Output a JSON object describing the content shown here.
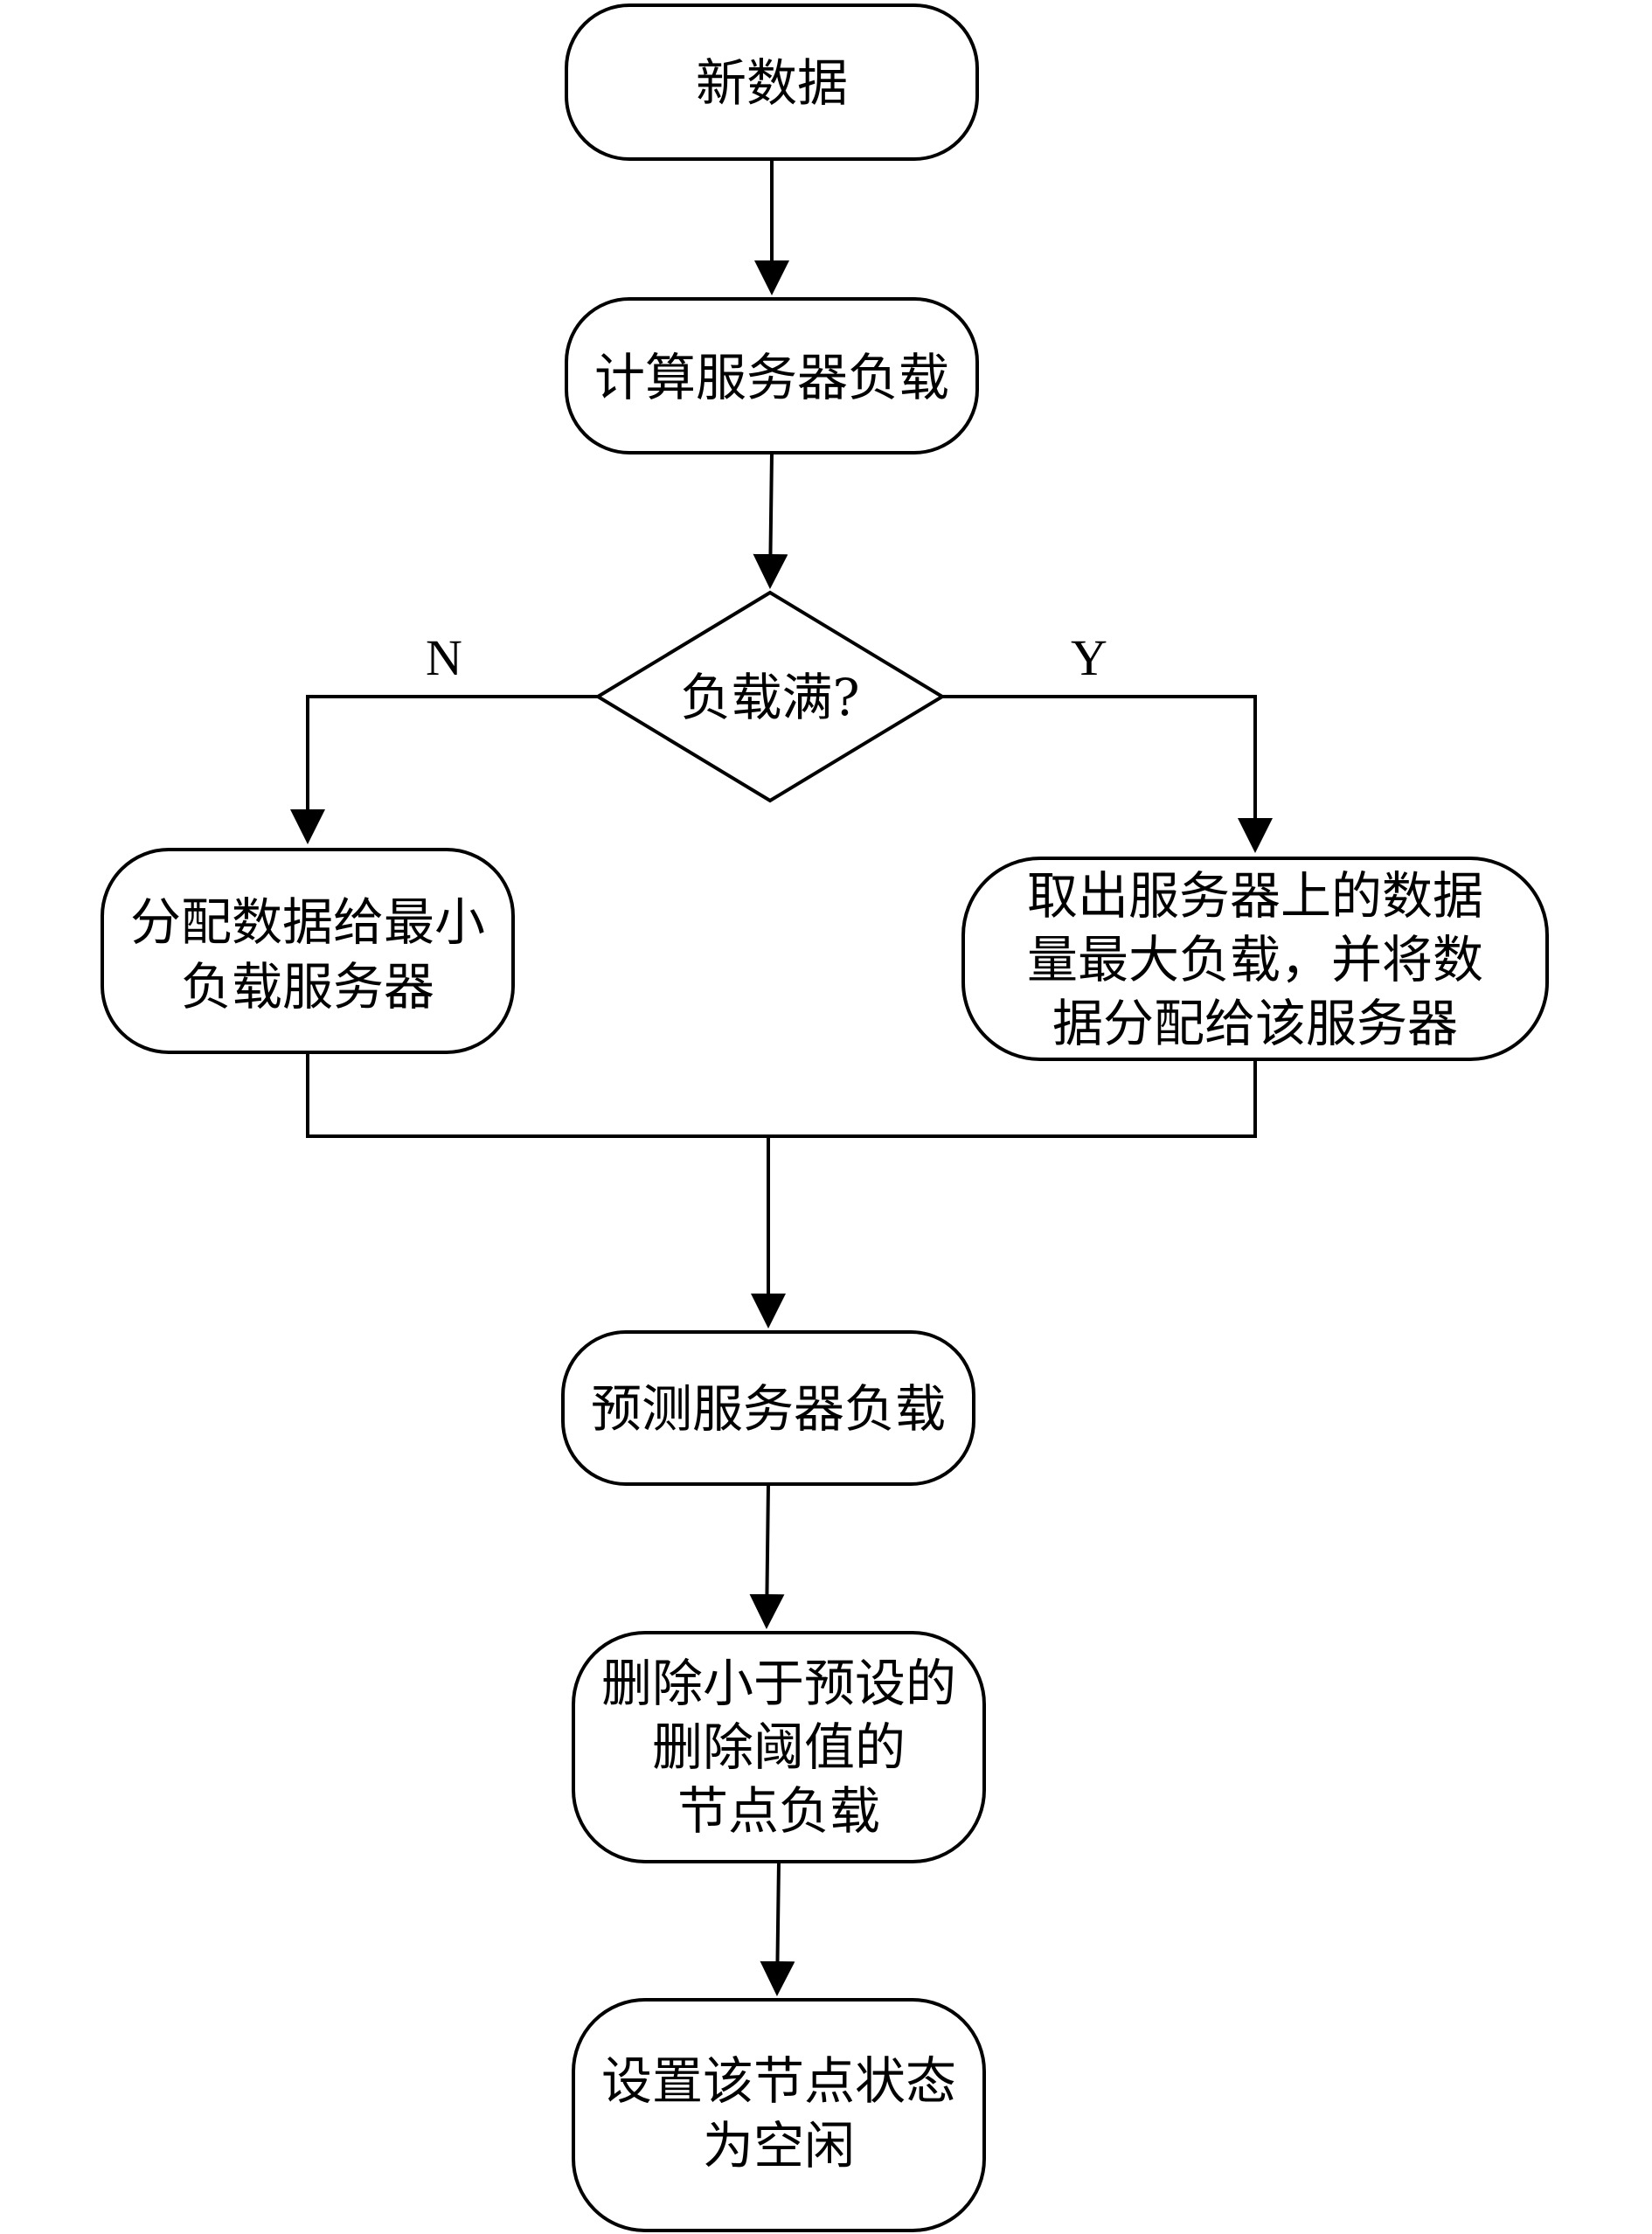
{
  "nodes": {
    "new_data": "新数据",
    "calc_load": "计算服务器负载",
    "decision": "负载满?",
    "assign_min": [
      "分配数据给最小",
      "负载服务器"
    ],
    "take_max": [
      "取出服务器上的数据",
      "量最大负载，并将数",
      "据分配给该服务器"
    ],
    "predict_load": "预测服务器负载",
    "delete_load": [
      "删除小于预设的",
      "删除阈值的",
      "节点负载"
    ],
    "set_idle": [
      "设置该节点状态",
      "为空闲"
    ]
  },
  "branches": {
    "no": "N",
    "yes": "Y"
  }
}
